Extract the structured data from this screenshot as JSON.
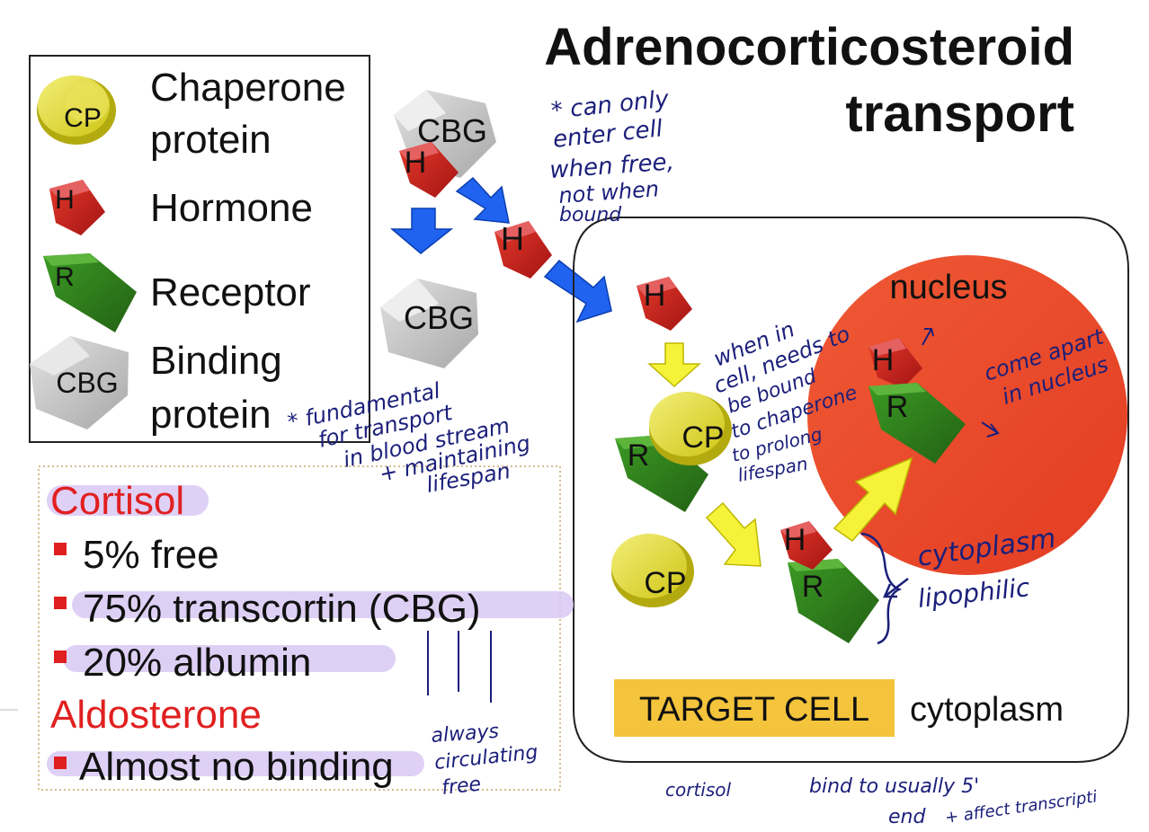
{
  "title": {
    "line1": "Adrenocorticosteroid",
    "line2": "transport"
  },
  "legend": {
    "items": [
      {
        "symbol": "CP",
        "label_line1": "Chaperone",
        "label_line2": "protein"
      },
      {
        "symbol": "H",
        "label_line1": "Hormone",
        "label_line2": ""
      },
      {
        "symbol": "R",
        "label_line1": "Receptor",
        "label_line2": ""
      },
      {
        "symbol": "CBG",
        "label_line1": "Binding",
        "label_line2": "protein"
      }
    ]
  },
  "diagram": {
    "cbg_top": "CBG",
    "h_in_cbg": "H",
    "h_free": "H",
    "cbg_released": "CBG",
    "h_in_cell": "H",
    "cp_r_complex_cp": "CP",
    "cp_r_complex_r": "R",
    "cp_free": "CP",
    "h_r_cytoplasm_h": "H",
    "h_r_cytoplasm_r": "R",
    "nucleus_label": "nucleus",
    "h_nucleus": "H",
    "r_nucleus": "R",
    "target_cell_label": "TARGET CELL",
    "cytoplasm_label": "cytoplasm"
  },
  "binding": {
    "cortisol_heading": "Cortisol",
    "cortisol_items": [
      "5% free",
      "75% transcortin (CBG)",
      "20% albumin"
    ],
    "aldosterone_heading": "Aldosterone",
    "aldosterone_items": [
      "Almost no binding"
    ]
  },
  "annotations": {
    "can_only": [
      "* can only",
      "enter cell",
      "when free,",
      "not when",
      "bound"
    ],
    "fundamental": [
      "* fundamental",
      "for transport",
      "in blood stream",
      "+ maintaining",
      "lifespan"
    ],
    "when_in_cell": [
      "when in",
      "cell, needs to",
      "be bound",
      "to chaperone",
      "to prolong",
      "lifespan"
    ],
    "come_apart": [
      "come apart",
      "in nucleus"
    ],
    "cytoplasm_note": [
      "cytoplasm",
      "lipophilic"
    ],
    "always_free": [
      "always",
      "circulating",
      "free"
    ],
    "footer_cortisol": "cortisol",
    "footer_bind": [
      "bind to usually 5'",
      "end",
      "+ affect transcripti"
    ]
  },
  "colors": {
    "cp": "#e6de2a",
    "hormone": "#c62020",
    "receptor": "#2f7d1e",
    "cbg": "#c9c9c9",
    "nucleus": "#ea4b2c",
    "arrow_blue": "#1f63f0",
    "arrow_yellow": "#f6f23a",
    "target_box": "#f4c43c",
    "highlight": "#d9c8f4",
    "red_text": "#e02020",
    "ink": "#1b1f7a"
  }
}
